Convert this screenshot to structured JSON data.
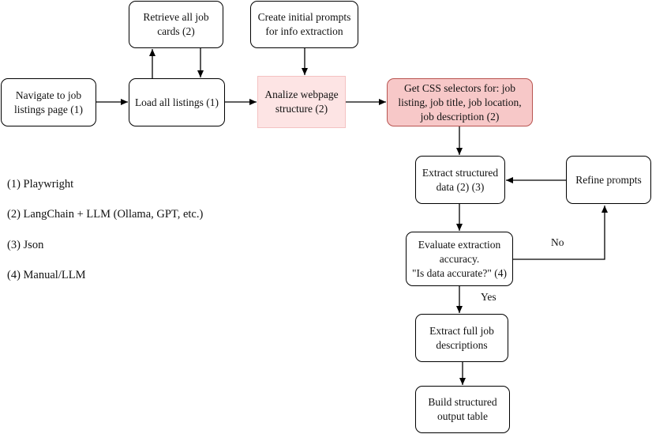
{
  "nodes": {
    "navigate": "Navigate to job\nlistings page (1)",
    "load": "Load all listings (1)",
    "retrieve": "Retrieve all job\ncards (2)",
    "create_prompts": "Create initial prompts\nfor info extraction",
    "analize": "Analize webpage\nstructure (2)",
    "css": "Get CSS selectors for: job\nlisting, job title, job location,\njob description (2)",
    "extract_structured": "Extract structured\ndata (2) (3)",
    "refine": "Refine prompts",
    "evaluate": "Evaluate extraction\naccuracy.\n\"Is data accurate?\" (4)",
    "extract_full": "Extract full job\ndescriptions",
    "build": "Build structured\noutput table"
  },
  "edge_labels": {
    "no": "No",
    "yes": "Yes"
  },
  "legend": [
    "(1) Playwright",
    "(2) LangChain + LLM (Ollama, GPT, etc.)",
    "(3) Json",
    "(4) Manual/LLM"
  ],
  "colors": {
    "analize_fill": "#fde4e4",
    "css_fill": "#f7c8c8",
    "css_border": "#b85450"
  }
}
